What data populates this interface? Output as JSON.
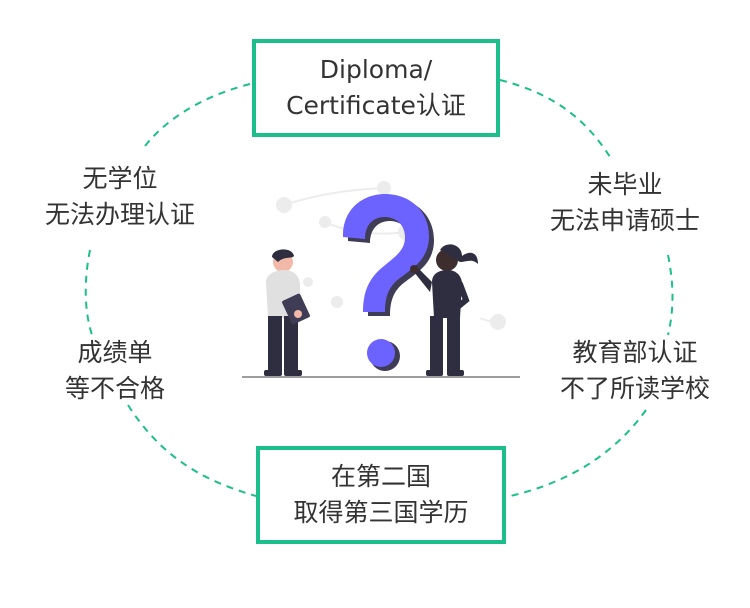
{
  "colors": {
    "accent": "#1cbf8c",
    "question_mark": "#6c63ff",
    "text": "#333333"
  },
  "top_box": {
    "line1": "Diploma/",
    "line2": "Certificate认证"
  },
  "bottom_box": {
    "line1": "在第二国",
    "line2": "取得第三国学历"
  },
  "left_top": {
    "line1": "无学位",
    "line2": "无法办理认证"
  },
  "right_top": {
    "line1": "未毕业",
    "line2": "无法申请硕士"
  },
  "left_bottom": {
    "line1": "成绩单",
    "line2": "等不合格"
  },
  "right_bottom": {
    "line1": "教育部认证",
    "line2": "不了所读学校"
  },
  "illustration": {
    "name": "question-mark-people"
  }
}
